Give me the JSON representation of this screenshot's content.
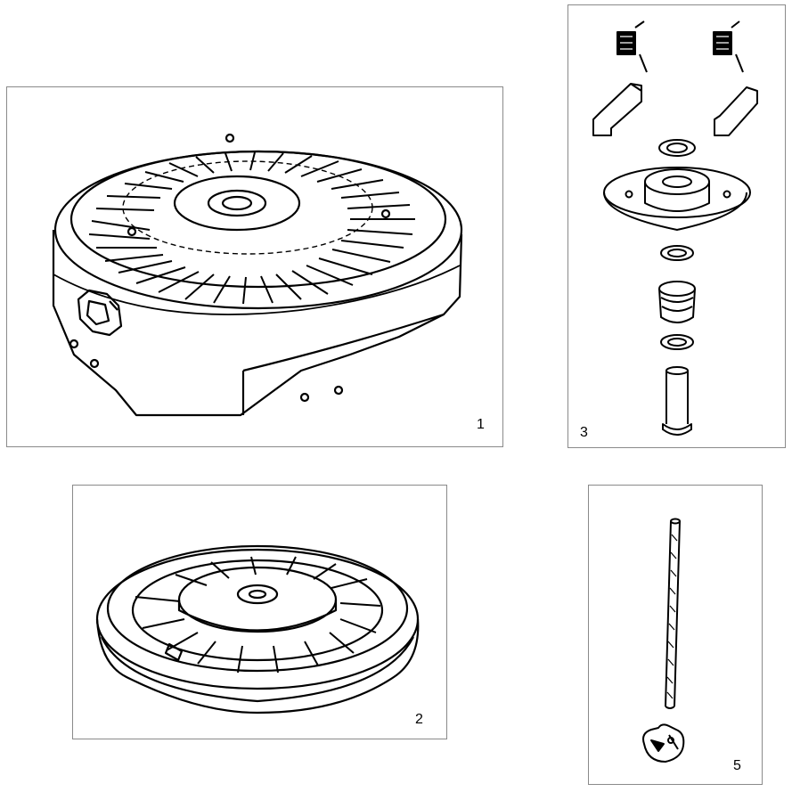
{
  "panels": [
    {
      "id": "recoil-housing",
      "number": "1",
      "icon": "recoil-starter-housing"
    },
    {
      "id": "pulley",
      "number": "2",
      "icon": "starter-pulley"
    },
    {
      "id": "pawl-kit",
      "number": "3",
      "icon": "pawl-springs-retainer-kit"
    },
    {
      "id": "rope-handle",
      "number": "5",
      "icon": "starter-rope-and-handle"
    }
  ],
  "colors": {
    "line": "#000000",
    "frame": "#8a8a8a",
    "background": "#ffffff"
  }
}
